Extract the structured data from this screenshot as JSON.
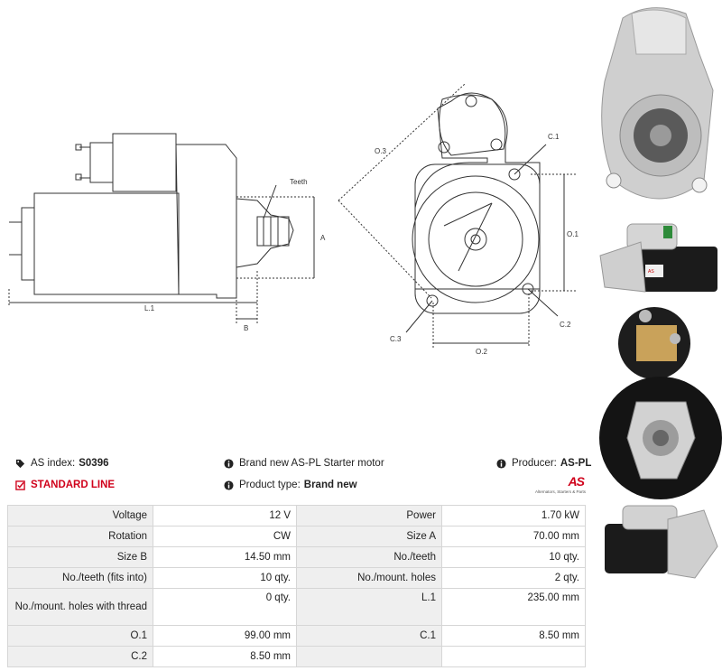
{
  "drawing": {
    "labels": {
      "teeth": "Teeth",
      "a": "A",
      "l1": "L.1",
      "b": "B",
      "o3": "O.3",
      "c1": "C.1",
      "o1": "O.1",
      "c3": "C.3",
      "o2": "O.2",
      "c2": "C.2"
    }
  },
  "header": {
    "as_index_label": "AS index:",
    "as_index_value": "S0396",
    "description": "Brand new AS-PL Starter motor",
    "producer_label": "Producer:",
    "producer_value": "AS-PL",
    "line": "STANDARD LINE",
    "product_type_label": "Product type:",
    "product_type_value": "Brand new",
    "logo_text": "AS",
    "logo_caption": "Alternators, Starters & Parts"
  },
  "colors": {
    "accent_red": "#d0021b",
    "table_key_bg": "#efefef",
    "border": "#d6d6d6"
  },
  "icons": {
    "tag": "tag-icon",
    "info": "info-icon",
    "check": "check-square-icon"
  },
  "specs": [
    {
      "k1": "Voltage",
      "v1": "12 V",
      "k2": "Power",
      "v2": "1.70 kW"
    },
    {
      "k1": "Rotation",
      "v1": "CW",
      "k2": "Size A",
      "v2": "70.00 mm"
    },
    {
      "k1": "Size B",
      "v1": "14.50 mm",
      "k2": "No./teeth",
      "v2": "10 qty."
    },
    {
      "k1": "No./teeth (fits into)",
      "v1": "10 qty.",
      "k2": "No./mount. holes",
      "v2": "2 qty."
    },
    {
      "k1": "No./mount. holes with thread",
      "v1": "0 qty.",
      "k2": "L.1",
      "v2": "235.00 mm"
    },
    {
      "k1": "O.1",
      "v1": "99.00 mm",
      "k2": "C.1",
      "v2": "8.50 mm"
    },
    {
      "k1": "C.2",
      "v1": "8.50 mm",
      "k2": "",
      "v2": ""
    }
  ]
}
